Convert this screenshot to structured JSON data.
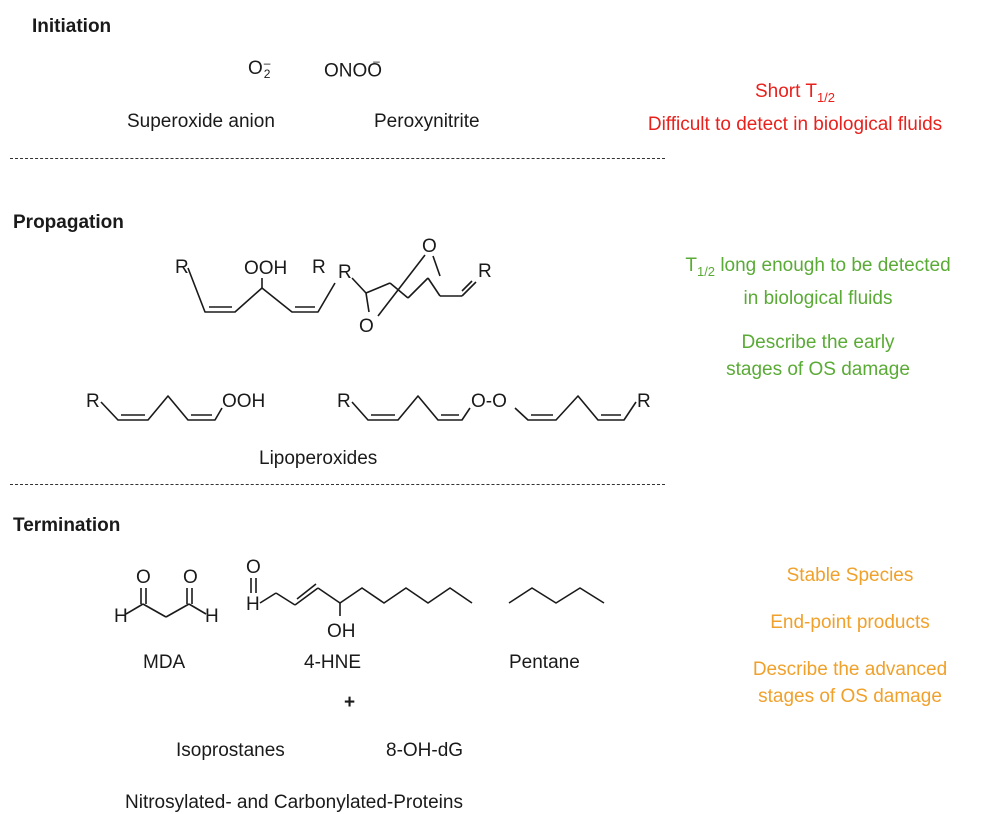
{
  "sections": {
    "initiation": {
      "title": "Initiation",
      "species": [
        {
          "formula_main": "O",
          "formula_sup": "–",
          "formula_sub": "2",
          "name": "Superoxide anion"
        },
        {
          "formula_main": "ONOO",
          "formula_sup": "–",
          "name": "Peroxynitrite"
        }
      ],
      "notes": {
        "line1_main": "Short T",
        "line1_sub": "1/2",
        "line2": "Difficult to detect in biological fluids"
      },
      "note_color": "#e8211d"
    },
    "propagation": {
      "title": "Propagation",
      "atom_labels": {
        "R": "R",
        "OOH": "OOH",
        "O": "O",
        "OO": "O-O"
      },
      "group_label": "Lipoperoxides",
      "notes": {
        "line1_main": "T",
        "line1_sub": "1/2",
        "line1_rest": " long enough to be detected",
        "line2": "in biological fluids",
        "line3": "Describe the early",
        "line4": "stages of OS damage"
      },
      "note_color": "#5aab36"
    },
    "termination": {
      "title": "Termination",
      "atom_labels": {
        "O": "O",
        "H": "H",
        "OH": "OH"
      },
      "products": [
        "MDA",
        "4-HNE",
        "Pentane"
      ],
      "plus": "+",
      "others": [
        "Isoprostanes",
        "8-OH-dG"
      ],
      "proteins": "Nitrosylated- and Carbonylated-Proteins",
      "notes": {
        "line1": "Stable Species",
        "line2": "End-point products",
        "line3": "Describe the advanced",
        "line4": "stages of OS damage"
      },
      "note_color": "#f0a12b"
    }
  }
}
